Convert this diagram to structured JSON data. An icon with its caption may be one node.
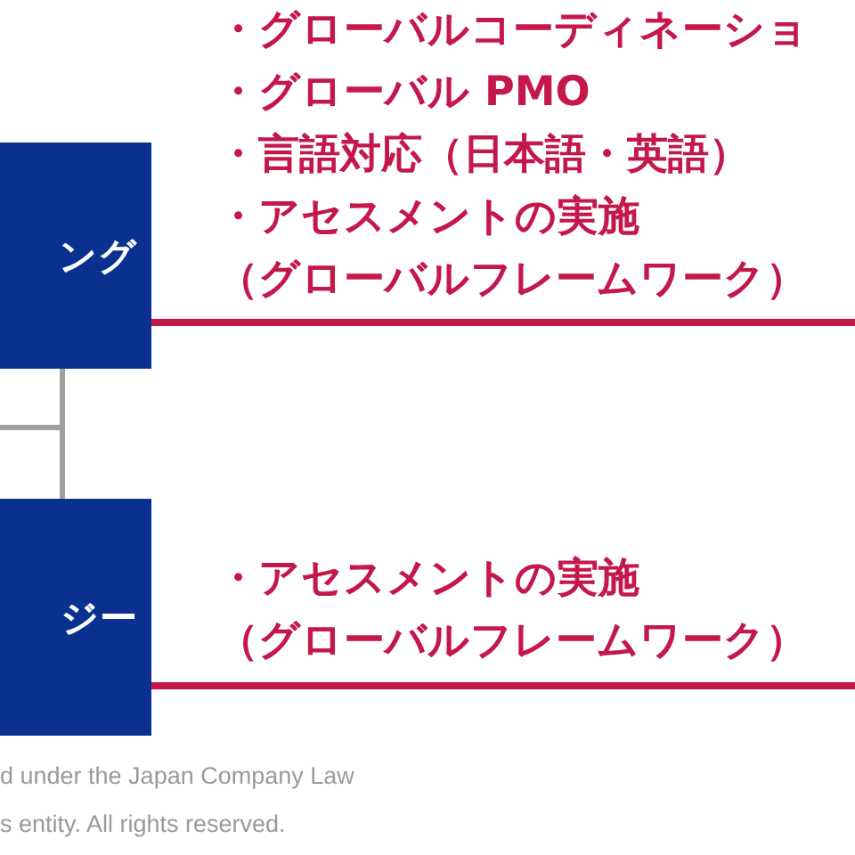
{
  "diagram": {
    "nodes": [
      {
        "text": [
          "ング"
        ],
        "beside": [
          "・グローバルコーディネーショ",
          "・グローバル PMO",
          "・言語対応（日本語・英語）",
          "・アセスメントの実施",
          "（グローバルフレームワーク）"
        ]
      },
      {
        "text": [
          "ジー"
        ],
        "beside": [
          "・アセスメントの実施",
          "（グローバルフレームワーク）"
        ]
      }
    ],
    "edges": [
      {
        "from": 0,
        "to": 1,
        "arrow": "none"
      },
      {
        "from": null,
        "to": 0,
        "arrow": "none"
      }
    ],
    "labels": [
      "d under the Japan Company Law",
      "s entity. All rights reserved."
    ]
  }
}
